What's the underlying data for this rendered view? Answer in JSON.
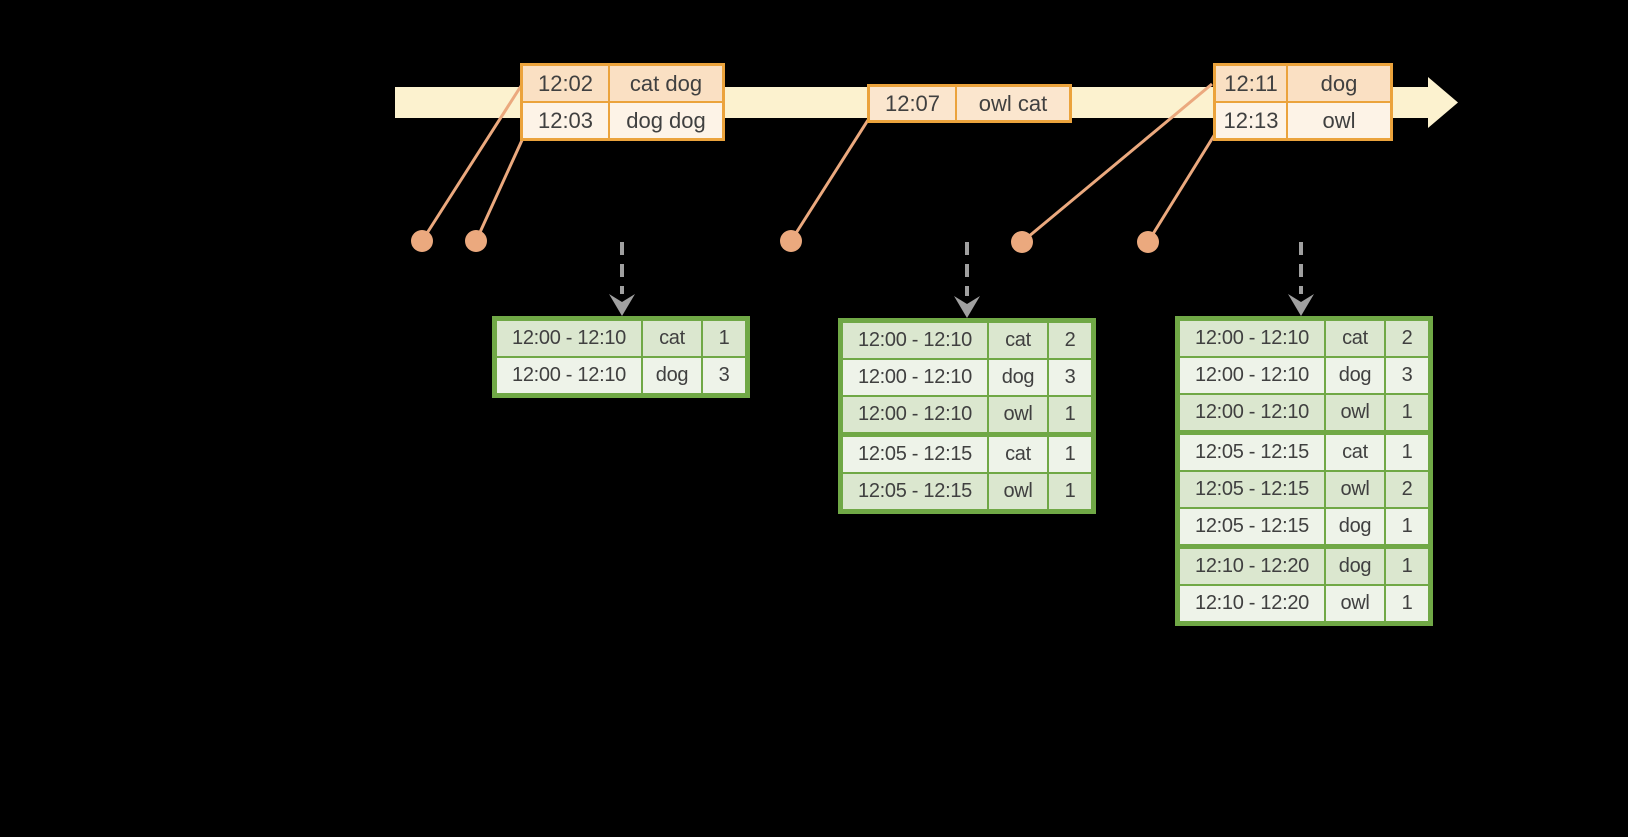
{
  "colors": {
    "background": "#000000",
    "timeline_band": "#FCF2CF",
    "orange_border": "#EBA33C",
    "orange_row_dark": "#FAE0C3",
    "orange_row_mid": "#FBE6CE",
    "orange_row_light": "#FDF3E7",
    "connector": "#EBA97E",
    "trigger_gray": "#A0A0A0",
    "green_border": "#70A846",
    "green_row_dark": "#DBE7CF",
    "green_row_light": "#EEF3E9",
    "text": "#404040"
  },
  "shapes": {
    "timeline": "timeline-arrow",
    "event_dot": "event-dot",
    "connector": "connector-line",
    "trigger": "trigger-arrow"
  },
  "input_batches": [
    {
      "id": "batch-1",
      "rows": [
        {
          "time": "12:02",
          "words": "cat dog"
        },
        {
          "time": "12:03",
          "words": "dog dog"
        }
      ]
    },
    {
      "id": "batch-2",
      "rows": [
        {
          "time": "12:07",
          "words": "owl cat"
        }
      ]
    },
    {
      "id": "batch-3",
      "rows": [
        {
          "time": "12:11",
          "words": "dog"
        },
        {
          "time": "12:13",
          "words": "owl"
        }
      ]
    }
  ],
  "result_tables": [
    {
      "id": "result-1",
      "rows": [
        {
          "window": "12:00 - 12:10",
          "word": "cat",
          "count": "1"
        },
        {
          "window": "12:00 - 12:10",
          "word": "dog",
          "count": "3"
        }
      ]
    },
    {
      "id": "result-2",
      "rows": [
        {
          "window": "12:00 - 12:10",
          "word": "cat",
          "count": "2"
        },
        {
          "window": "12:00 - 12:10",
          "word": "dog",
          "count": "3"
        },
        {
          "window": "12:00 - 12:10",
          "word": "owl",
          "count": "1"
        },
        {
          "window": "12:05 - 12:15",
          "word": "cat",
          "count": "1",
          "group_start": true
        },
        {
          "window": "12:05 - 12:15",
          "word": "owl",
          "count": "1"
        }
      ]
    },
    {
      "id": "result-3",
      "rows": [
        {
          "window": "12:00 - 12:10",
          "word": "cat",
          "count": "2"
        },
        {
          "window": "12:00 - 12:10",
          "word": "dog",
          "count": "3"
        },
        {
          "window": "12:00 - 12:10",
          "word": "owl",
          "count": "1"
        },
        {
          "window": "12:05 - 12:15",
          "word": "cat",
          "count": "1",
          "group_start": true
        },
        {
          "window": "12:05 - 12:15",
          "word": "owl",
          "count": "2"
        },
        {
          "window": "12:05 - 12:15",
          "word": "dog",
          "count": "1"
        },
        {
          "window": "12:10 - 12:20",
          "word": "dog",
          "count": "1",
          "group_start": true
        },
        {
          "window": "12:10 - 12:20",
          "word": "owl",
          "count": "1"
        }
      ]
    }
  ]
}
